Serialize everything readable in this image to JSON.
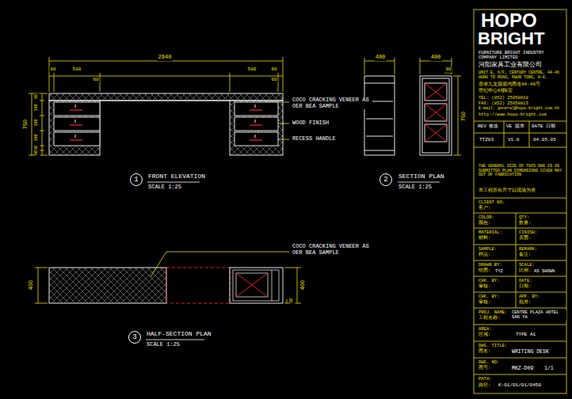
{
  "diagram": {
    "nodes": [
      {
        "text": [
          "1"
        ]
      },
      {
        "text": [
          "2"
        ]
      },
      {
        "text": [
          "3"
        ]
      }
    ],
    "labels": [
      "2940",
      "60",
      "580",
      "60",
      "580",
      "60",
      "60",
      "750",
      "60",
      "190",
      "190",
      "190",
      "60",
      "60",
      "COCO CRACKING VENEER AS OER BEA SAMPLE",
      "WOOD FINISH",
      "RECESS HANDLE",
      "FRONT ELEVATION",
      "SCALE 1:25",
      "400",
      "400",
      "90",
      "750",
      "SECTION PLAN",
      "SCALE 1:25",
      "COCO CRACKING VENEER AS OER BEA SAMPLE",
      "400",
      "400",
      "30",
      "HALF-SECTION PLAN",
      "SCALE 1:25",
      "HOPO",
      "BRIGHT",
      "FURNITURE BRIGHT INDUSTRY COMPANY LIMITED",
      "河阳家具工业有限公司",
      "UNIT E, 6/F, CENTURY CENTRE, 44-46 HUNG TO ROAD, KWUN TONG, H.K.",
      "香港九龙观塘鸿图道44-46号",
      "世纪中心6楼E室",
      "TEL: (852) 25058818",
      "FAX: (852) 25058813",
      "E-mail: general@hopo-bright.com.hk",
      "http://www.hopo-bright.com",
      "REV 修改",
      "VE 版本",
      "DATE 日期",
      "TTZ03",
      "V1.0",
      "04.05.05",
      "THE GENERAL SIZE OF THIS DWG IS AS SUBMITTED PLAN DIMENSIONS GIVEN MAY OUT OF FABRICATION",
      "本工程所有尺寸以现场为准",
      "CLIENT NO:",
      "客户:",
      "COLOR:",
      "颜色:",
      "QTY:",
      "数量:",
      "MATERIAL:",
      "材料:",
      "FINISH:",
      "表面:",
      "SAMPLE:",
      "样品:",
      "REMARK:",
      "备注:",
      "DRAWN BY:",
      "绘图:",
      "TYZ",
      "SCALE:",
      "比例:",
      "AS SHOWN",
      "CHK. BY:",
      "审核:",
      "DATE:",
      "日期:",
      "CHK. BY:",
      "审核:",
      "APP. BY:",
      "批准:",
      "PROJ. NAME:",
      "工程名称:",
      "CENTRE PLAZA HOTEL SAN YA",
      "AREA:",
      "区域:",
      "TYPE A1",
      "DWG. TITLE:",
      "图名:",
      "WRITING DESK",
      "DWG. NO:",
      "图号:",
      "MKZ-D09",
      "1/1",
      "PATH:",
      "路径:",
      "K:01/01/01/0450"
    ]
  }
}
